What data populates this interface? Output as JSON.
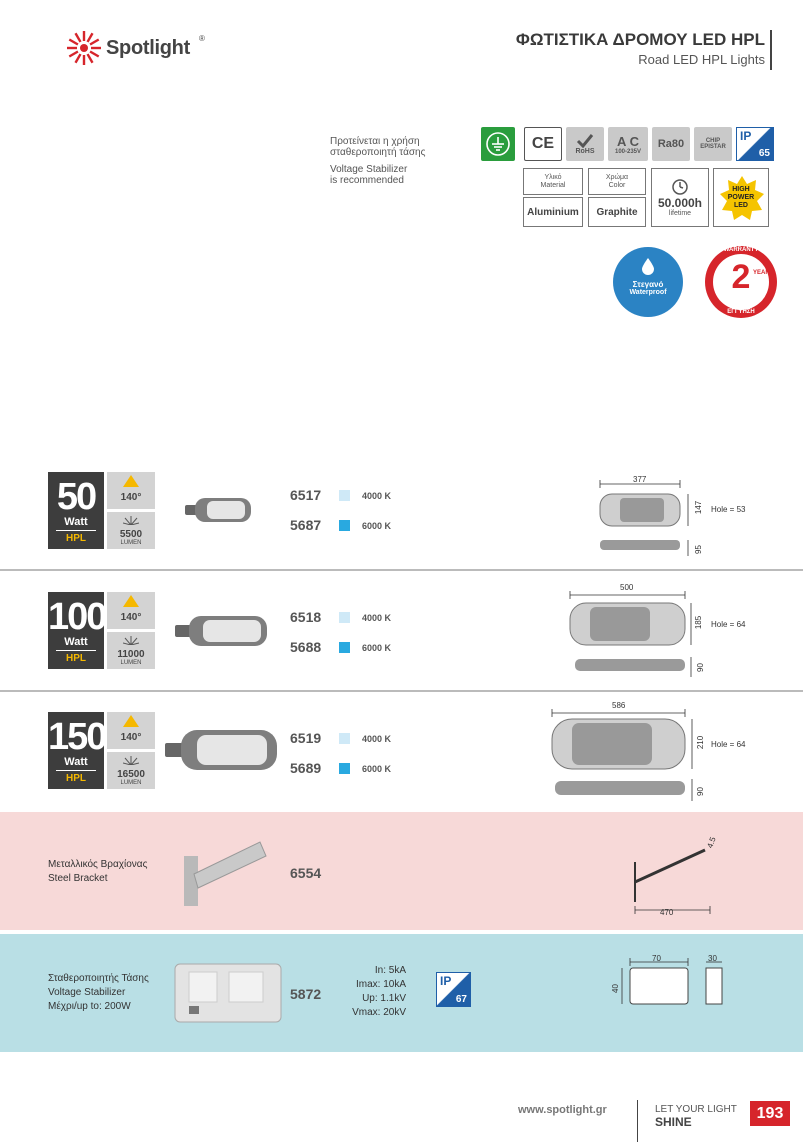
{
  "header": {
    "brand": "Spotlight",
    "brand_mark": "®",
    "title_gr": "ΦΩΤΙΣΤΙΚΑ ΔΡΟΜΟΥ LED HPL",
    "title_en": "Road LED HPL Lights"
  },
  "note": {
    "gr_line1": "Προτείνεται η χρήση",
    "gr_line2": "σταθεροποιητή τάσης",
    "en_line1": "Voltage Stabilizer",
    "en_line2": "is recommended"
  },
  "certs": {
    "ce": "CE",
    "rohs": "RoHS",
    "ac": "A C",
    "ac_range": "100-235V",
    "ra": "Ra80",
    "chip_top": "CHIP",
    "chip_bottom": "EPISTAR",
    "ip_top": "IP",
    "ip_bottom": "65"
  },
  "specs": {
    "material_label_gr": "Υλικό",
    "material_label_en": "Material",
    "material_value": "Aluminium",
    "color_label_gr": "Χρώμα",
    "color_label_en": "Color",
    "color_value": "Graphite",
    "lifetime_value": "50.000h",
    "lifetime_label": "lifetime",
    "high_power_1": "HIGH",
    "high_power_2": "POWER",
    "high_power_3": "LED"
  },
  "badges": {
    "waterproof_gr": "Στεγανό",
    "waterproof_en": "Waterproof",
    "warranty_top": "WARRANTY",
    "warranty_num": "2",
    "warranty_year": "YEAR",
    "warranty_bottom": "ΕΓΓΥΗΣΗ"
  },
  "products": [
    {
      "watt": "50",
      "watt_label": "Watt",
      "hpl": "HPL",
      "angle": "140°",
      "lumen": "5500",
      "lumen_label": "LUMEN",
      "code1": "6517",
      "k1": "4000 K",
      "code2": "5687",
      "k2": "6000 K",
      "dim_w": "377",
      "dim_h": "147",
      "hole": "Hole = 53",
      "dim_d": "95"
    },
    {
      "watt": "100",
      "watt_label": "Watt",
      "hpl": "HPL",
      "angle": "140°",
      "lumen": "11000",
      "lumen_label": "LUMEN",
      "code1": "6518",
      "k1": "4000 K",
      "code2": "5688",
      "k2": "6000 K",
      "dim_w": "500",
      "dim_h": "185",
      "hole": "Hole = 64",
      "dim_d": "90"
    },
    {
      "watt": "150",
      "watt_label": "Watt",
      "hpl": "HPL",
      "angle": "140°",
      "lumen": "16500",
      "lumen_label": "LUMEN",
      "code1": "6519",
      "k1": "4000 K",
      "code2": "5689",
      "k2": "6000 K",
      "dim_w": "586",
      "dim_h": "210",
      "hole": "Hole = 64",
      "dim_d": "90"
    }
  ],
  "bracket": {
    "label_gr": "Μεταλλικός Βραχίονας",
    "label_en": "Steel Bracket",
    "code": "6554",
    "dim_len": "470",
    "dim_d": "4.5"
  },
  "stabilizer": {
    "label_gr": "Σταθεροποιητής Τάσης",
    "label_en": "Voltage Stabilizer",
    "label_max": "Μέχρι/up to: 200W",
    "code": "5872",
    "spec1": "In: 5kA",
    "spec2": "Imax: 10kA",
    "spec3": "Up: 1.1kV",
    "spec4": "Vmax: 20kV",
    "ip_top": "IP",
    "ip_bottom": "67",
    "dim_w": "70",
    "dim_h": "40",
    "dim_d": "30"
  },
  "footer": {
    "url": "www.spotlight.gr",
    "slogan1": "LET YOUR LIGHT",
    "slogan2": "SHINE",
    "page": "193"
  },
  "colors": {
    "accent_red": "#d6252b",
    "swatch_4000": "#cfe9f7",
    "swatch_6000": "#29a9e0",
    "hpl_yellow": "#f5b800",
    "pink_band": "#f7d9d8",
    "blue_band": "#b9dfe5"
  }
}
